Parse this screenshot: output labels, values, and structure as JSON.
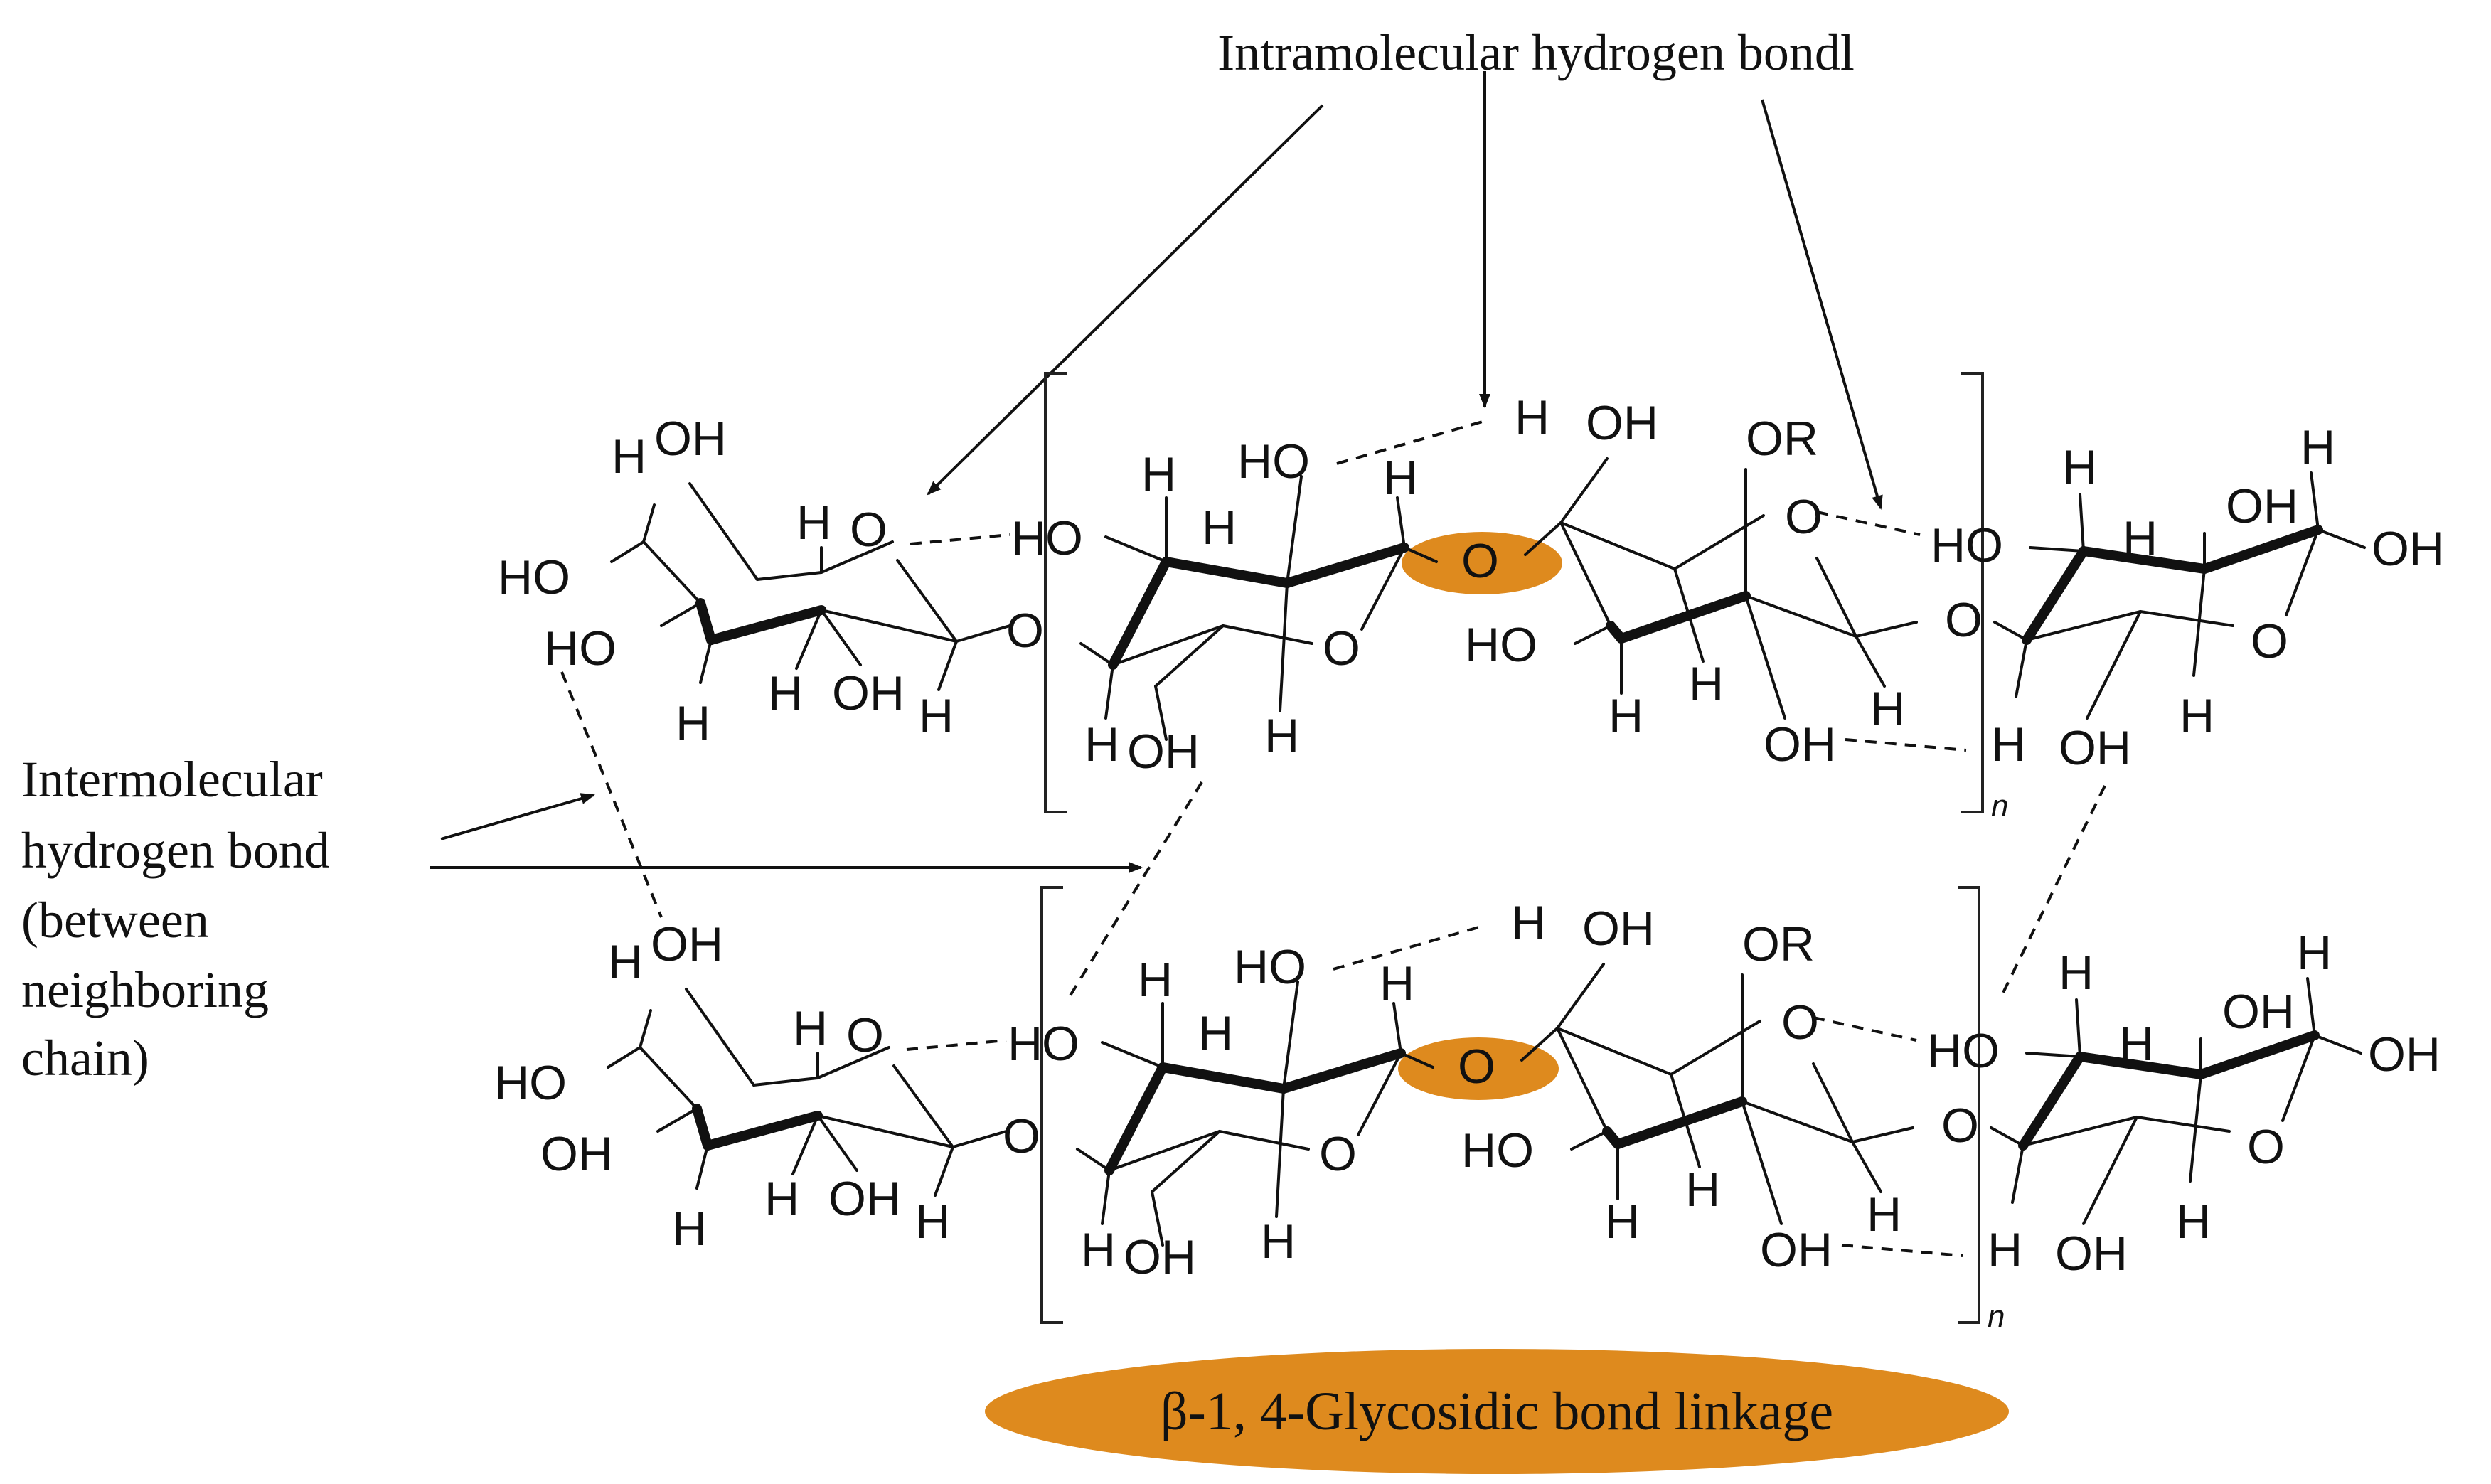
{
  "labels": {
    "intramolecular": "Intramolecular hydrogen bondl",
    "intermolecular": [
      "Intermolecular",
      "hydrogen bond",
      "(between",
      "neighboring",
      "chain)"
    ],
    "glycosidic_badge": "β-1, 4-Glycosidic bond linkage",
    "repeat_subscript": "n"
  },
  "atoms": {
    "oxygen": "O",
    "hydrogen": "H",
    "hydroxyl": "OH",
    "hydroxyl_left": "HO",
    "ether_r": "OR"
  },
  "colors": {
    "glycosidic_highlight": "#de8a1e",
    "ink": "#111111",
    "background": "#ffffff"
  }
}
